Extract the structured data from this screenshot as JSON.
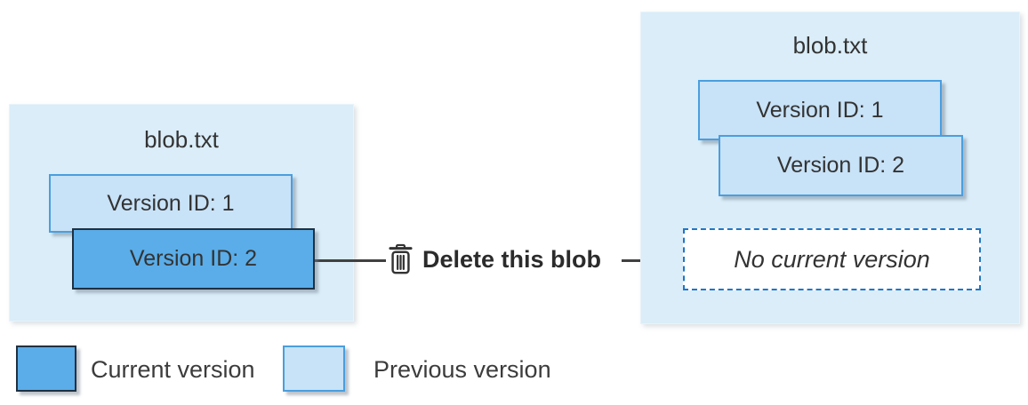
{
  "diagram": {
    "description": "Blob versioning: deleting a blob promotes no version to current",
    "colors": {
      "container_bg": "#daedf8",
      "current_version_fill": "#5aade8",
      "current_version_border": "#1f3041",
      "previous_version_fill": "#c8e2f7",
      "previous_version_border": "#4a9ede",
      "dashed_border": "#2176c7",
      "arrow": "#404040",
      "text": "#333333"
    }
  },
  "left_blob": {
    "title": "blob.txt",
    "versions": [
      {
        "label": "Version ID: 1",
        "state": "previous"
      },
      {
        "label": "Version ID: 2",
        "state": "current"
      }
    ]
  },
  "action": {
    "icon": "trash-icon",
    "label": "Delete this blob"
  },
  "right_blob": {
    "title": "blob.txt",
    "versions": [
      {
        "label": "Version ID: 1",
        "state": "previous"
      },
      {
        "label": "Version ID: 2",
        "state": "previous"
      }
    ],
    "placeholder": "No current version"
  },
  "legend": {
    "items": [
      {
        "label": "Current version",
        "swatch": "current"
      },
      {
        "label": "Previous version",
        "swatch": "previous"
      }
    ]
  }
}
